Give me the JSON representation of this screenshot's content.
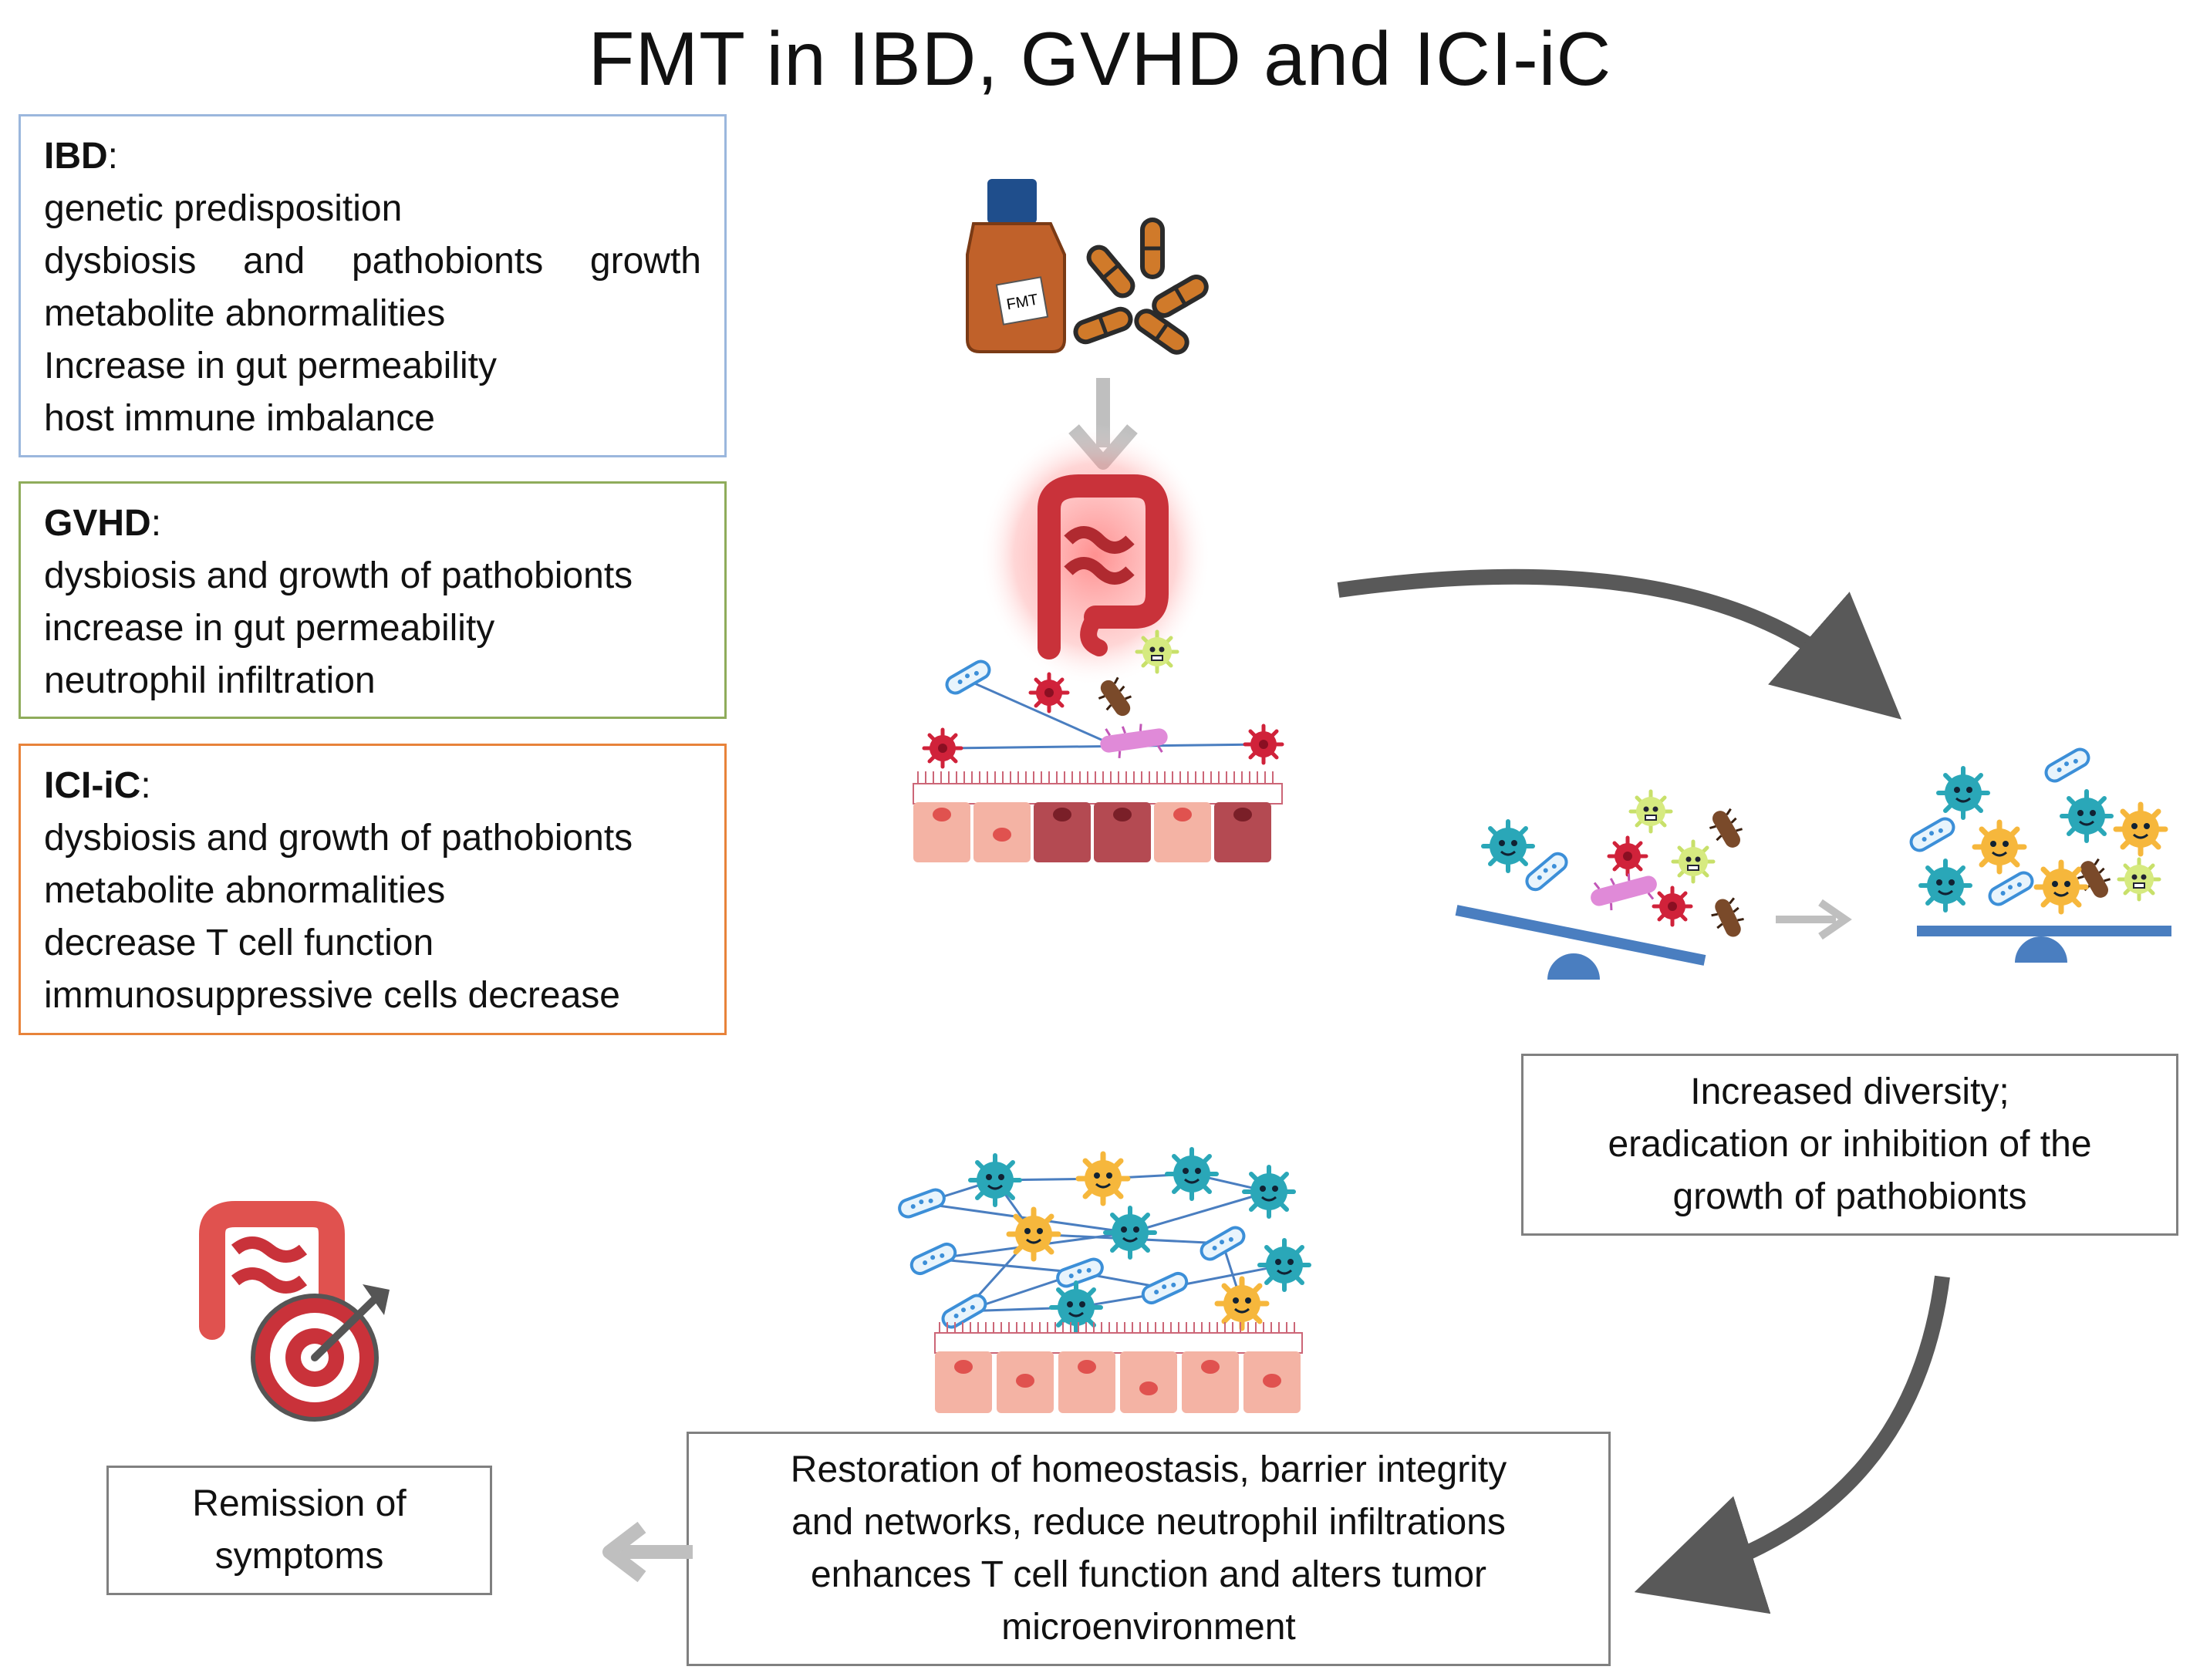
{
  "title": "FMT  in IBD, GVHD and ICI-iC",
  "conditions": [
    {
      "name": "IBD",
      "color": "#9bb7dd",
      "items": [
        "genetic predisposition",
        "dysbiosis and pathobionts growth",
        "metabolite abnormalities",
        "Increase in gut permeability",
        "host immune imbalance"
      ]
    },
    {
      "name": "GVHD",
      "color": "#8fac5b",
      "items": [
        "dysbiosis and growth of pathobionts",
        "increase in gut permeability",
        "neutrophil infiltration"
      ]
    },
    {
      "name": "ICI-iC",
      "color": "#e8833a",
      "items": [
        "dysbiosis and growth of pathobionts",
        "metabolite abnormalities",
        "decrease T cell function",
        "immunosuppressive cells decrease"
      ]
    }
  ],
  "bottle_label": "FMT",
  "outcomes": {
    "diversity": [
      "Increased diversity;",
      "eradication or inhibition of the",
      "growth of pathobionts"
    ],
    "restoration": [
      "Restoration of homeostasis,  barrier integrity",
      "and networks, reduce neutrophil infiltrations",
      "enhances T cell function and alters tumor",
      "microenvironment"
    ],
    "remission": [
      "Remission of",
      "symptoms"
    ]
  },
  "colors": {
    "arrow_dark": "#595959",
    "arrow_light": "#bfbfbf",
    "bottle": "#c0612a",
    "cap": "#1f4e8c",
    "seesaw": "#4a7ec0",
    "cell_light": "#f4b3a4",
    "cell_dark": "#b44a52",
    "intestine": "#e0524f",
    "cyan_microbe": "#2aa7b8",
    "orange_microbe": "#f6b73c",
    "red_microbe": "#d0223a",
    "pink_microbe": "#e08ad8"
  }
}
